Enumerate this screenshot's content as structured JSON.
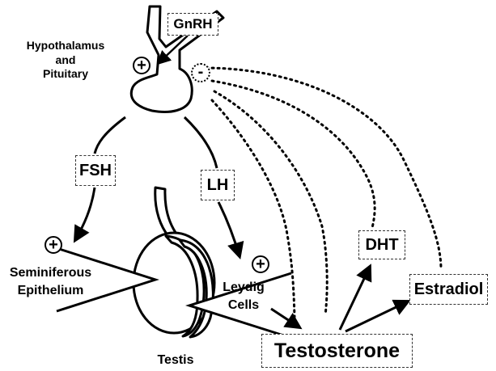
{
  "hormones": {
    "gnrh": "GnRH",
    "fsh": "FSH",
    "lh": "LH",
    "dht": "DHT",
    "estradiol": "Estradiol",
    "testosterone": "Testosterone"
  },
  "labels": {
    "hypothalamus_line1": "Hypothalamus",
    "hypothalamus_line2": "and",
    "hypothalamus_line3": "Pituitary",
    "seminiferous_line1": "Seminiferous",
    "seminiferous_line2": "Epithelium",
    "leydig_line1": "Leydig",
    "leydig_line2": "Cells",
    "testis": "Testis"
  },
  "signs": {
    "gnrh_effect": "+",
    "negative_feedback": "-",
    "fsh_effect": "+",
    "lh_effect": "+"
  }
}
